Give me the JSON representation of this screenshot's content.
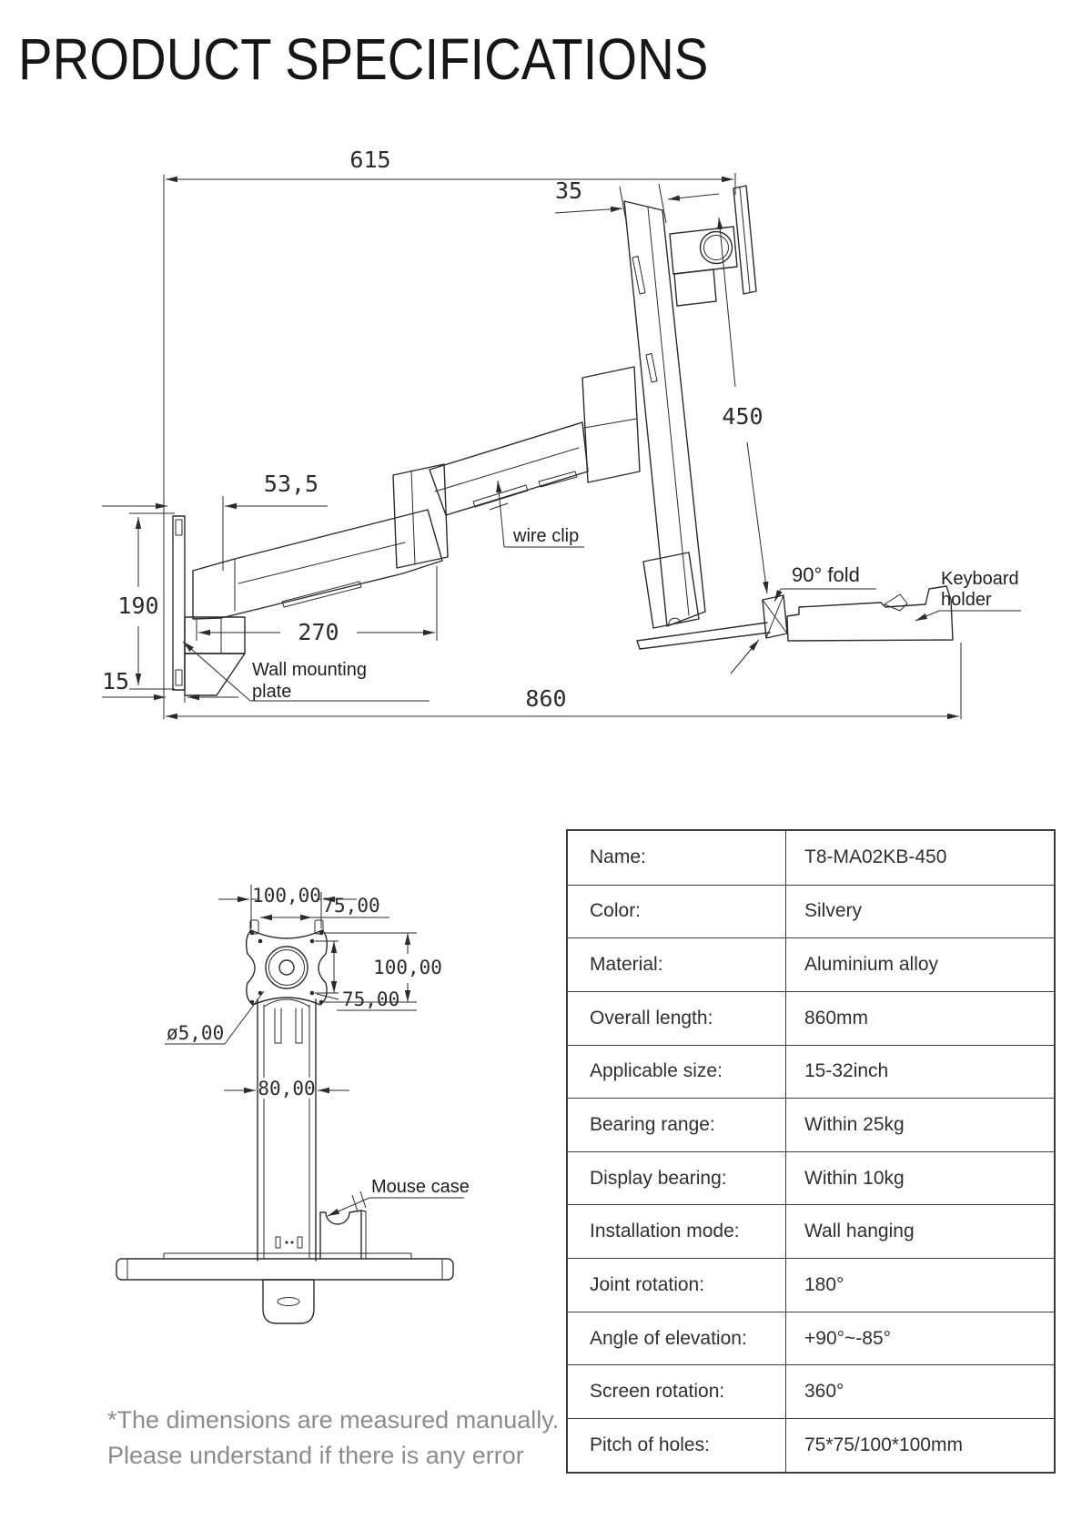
{
  "page": {
    "title": "PRODUCT SPECIFICATIONS"
  },
  "side_view": {
    "dimensions": {
      "overall_width_top": "615",
      "monitor_thickness": "35",
      "screen_height": "450",
      "arm_offset": "53,5",
      "wall_plate_height": "190",
      "arm_reach": "270",
      "wall_plate_thickness": "15",
      "overall_length": "860"
    },
    "annotations": {
      "wire_clip": "wire clip",
      "fold_angle": "90° fold",
      "keyboard_holder_line1": "Keyboard",
      "keyboard_holder_line2": "holder",
      "wall_plate_line1": "Wall mounting",
      "wall_plate_line2": "plate"
    }
  },
  "front_view": {
    "dimensions": {
      "vesa_width_outer": "100,00",
      "vesa_width_inner": "75,00",
      "vesa_height_outer": "100,00",
      "vesa_height_inner": "75,00",
      "hole_diameter": "ø5,00",
      "column_width": "80,00"
    },
    "annotations": {
      "mouse_case": "Mouse case"
    }
  },
  "note": {
    "line1": "*The dimensions are measured manually.",
    "line2": "Please understand if there is any error"
  },
  "spec_table": {
    "rows": [
      {
        "label": "Name:",
        "value": "T8-MA02KB-450"
      },
      {
        "label": "Color:",
        "value": "Silvery"
      },
      {
        "label": "Material:",
        "value": "Aluminium alloy"
      },
      {
        "label": "Overall length:",
        "value": "860mm"
      },
      {
        "label": "Applicable size:",
        "value": "15-32inch"
      },
      {
        "label": "Bearing range:",
        "value": "Within 25kg"
      },
      {
        "label": "Display bearing:",
        "value": "Within 10kg"
      },
      {
        "label": "Installation mode:",
        "value": "Wall hanging"
      },
      {
        "label": "Joint rotation:",
        "value": "180°"
      },
      {
        "label": "Angle of elevation:",
        "value": "+90°~-85°"
      },
      {
        "label": "Screen rotation:",
        "value": "360°"
      },
      {
        "label": "Pitch of holes:",
        "value": "75*75/100*100mm"
      }
    ]
  }
}
